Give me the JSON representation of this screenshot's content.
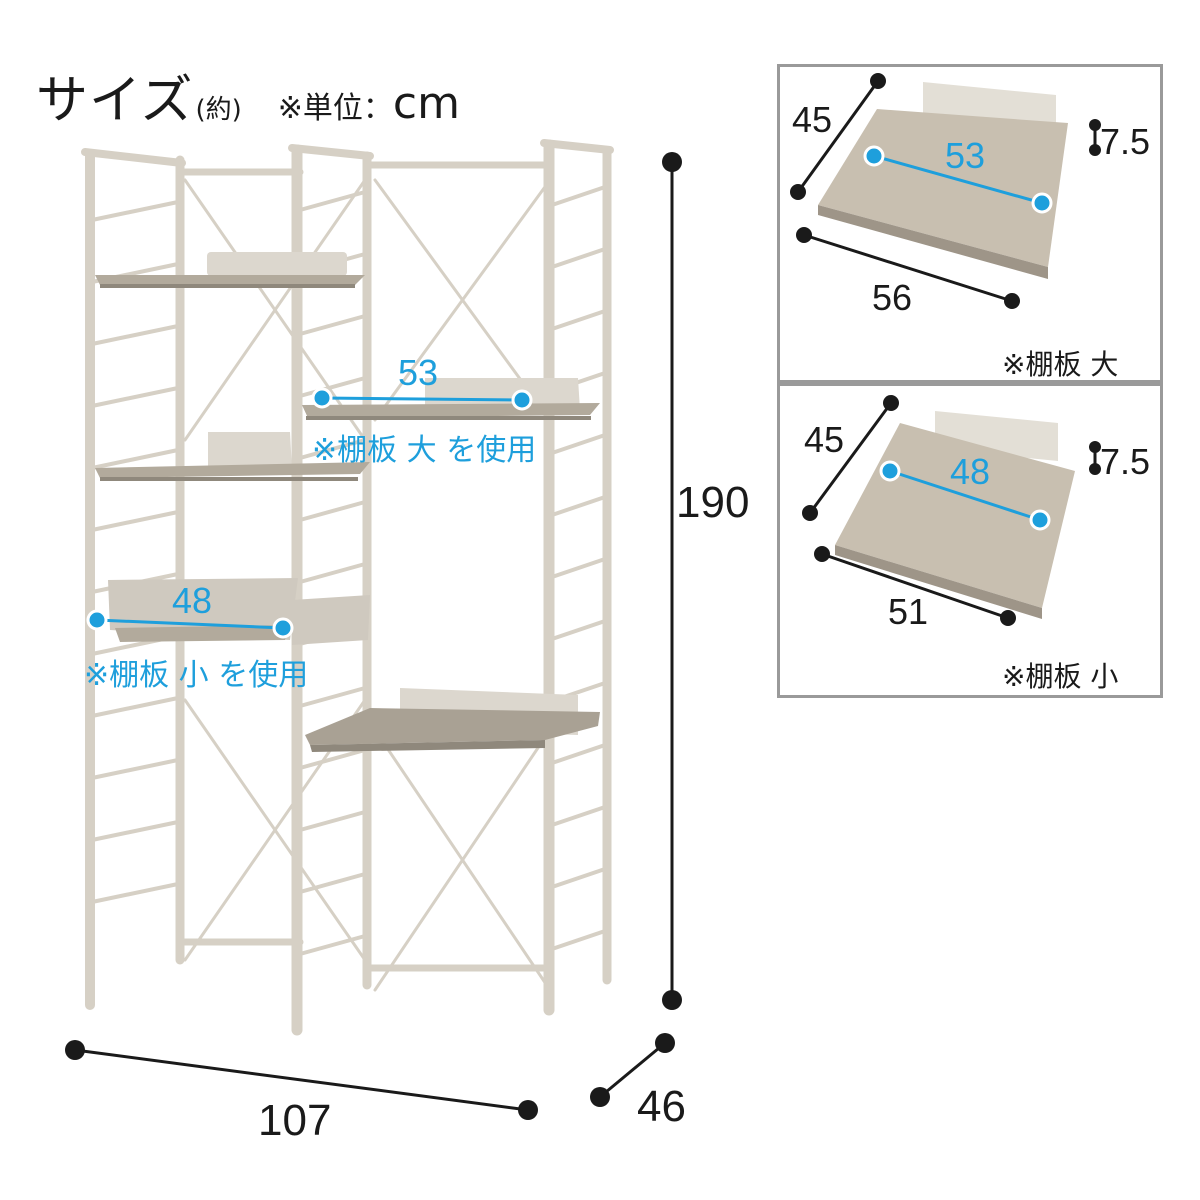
{
  "header": {
    "title": "サイズ",
    "title_paren": "(約)",
    "unit_label": "※単位：",
    "unit_value": "cm"
  },
  "main_dimensions": {
    "width": "107",
    "height": "190",
    "depth": "46"
  },
  "inner_labels": {
    "large_width": "53",
    "large_note": "※棚板 大 を使用",
    "small_width": "48",
    "small_note": "※棚板 小 を使用"
  },
  "panel_large": {
    "depth": "45",
    "lip": "7.5",
    "inner_width": "53",
    "outer_width": "56",
    "caption": "※棚板 大"
  },
  "panel_small": {
    "depth": "45",
    "lip": "7.5",
    "inner_width": "48",
    "outer_width": "51",
    "caption": "※棚板 小"
  },
  "colors": {
    "frame": "#d6d0c5",
    "frame_shadow": "#b9b2a6",
    "wood": "#b2aa9c",
    "accent": "#1e9fdc",
    "border": "#9a9a9a"
  }
}
